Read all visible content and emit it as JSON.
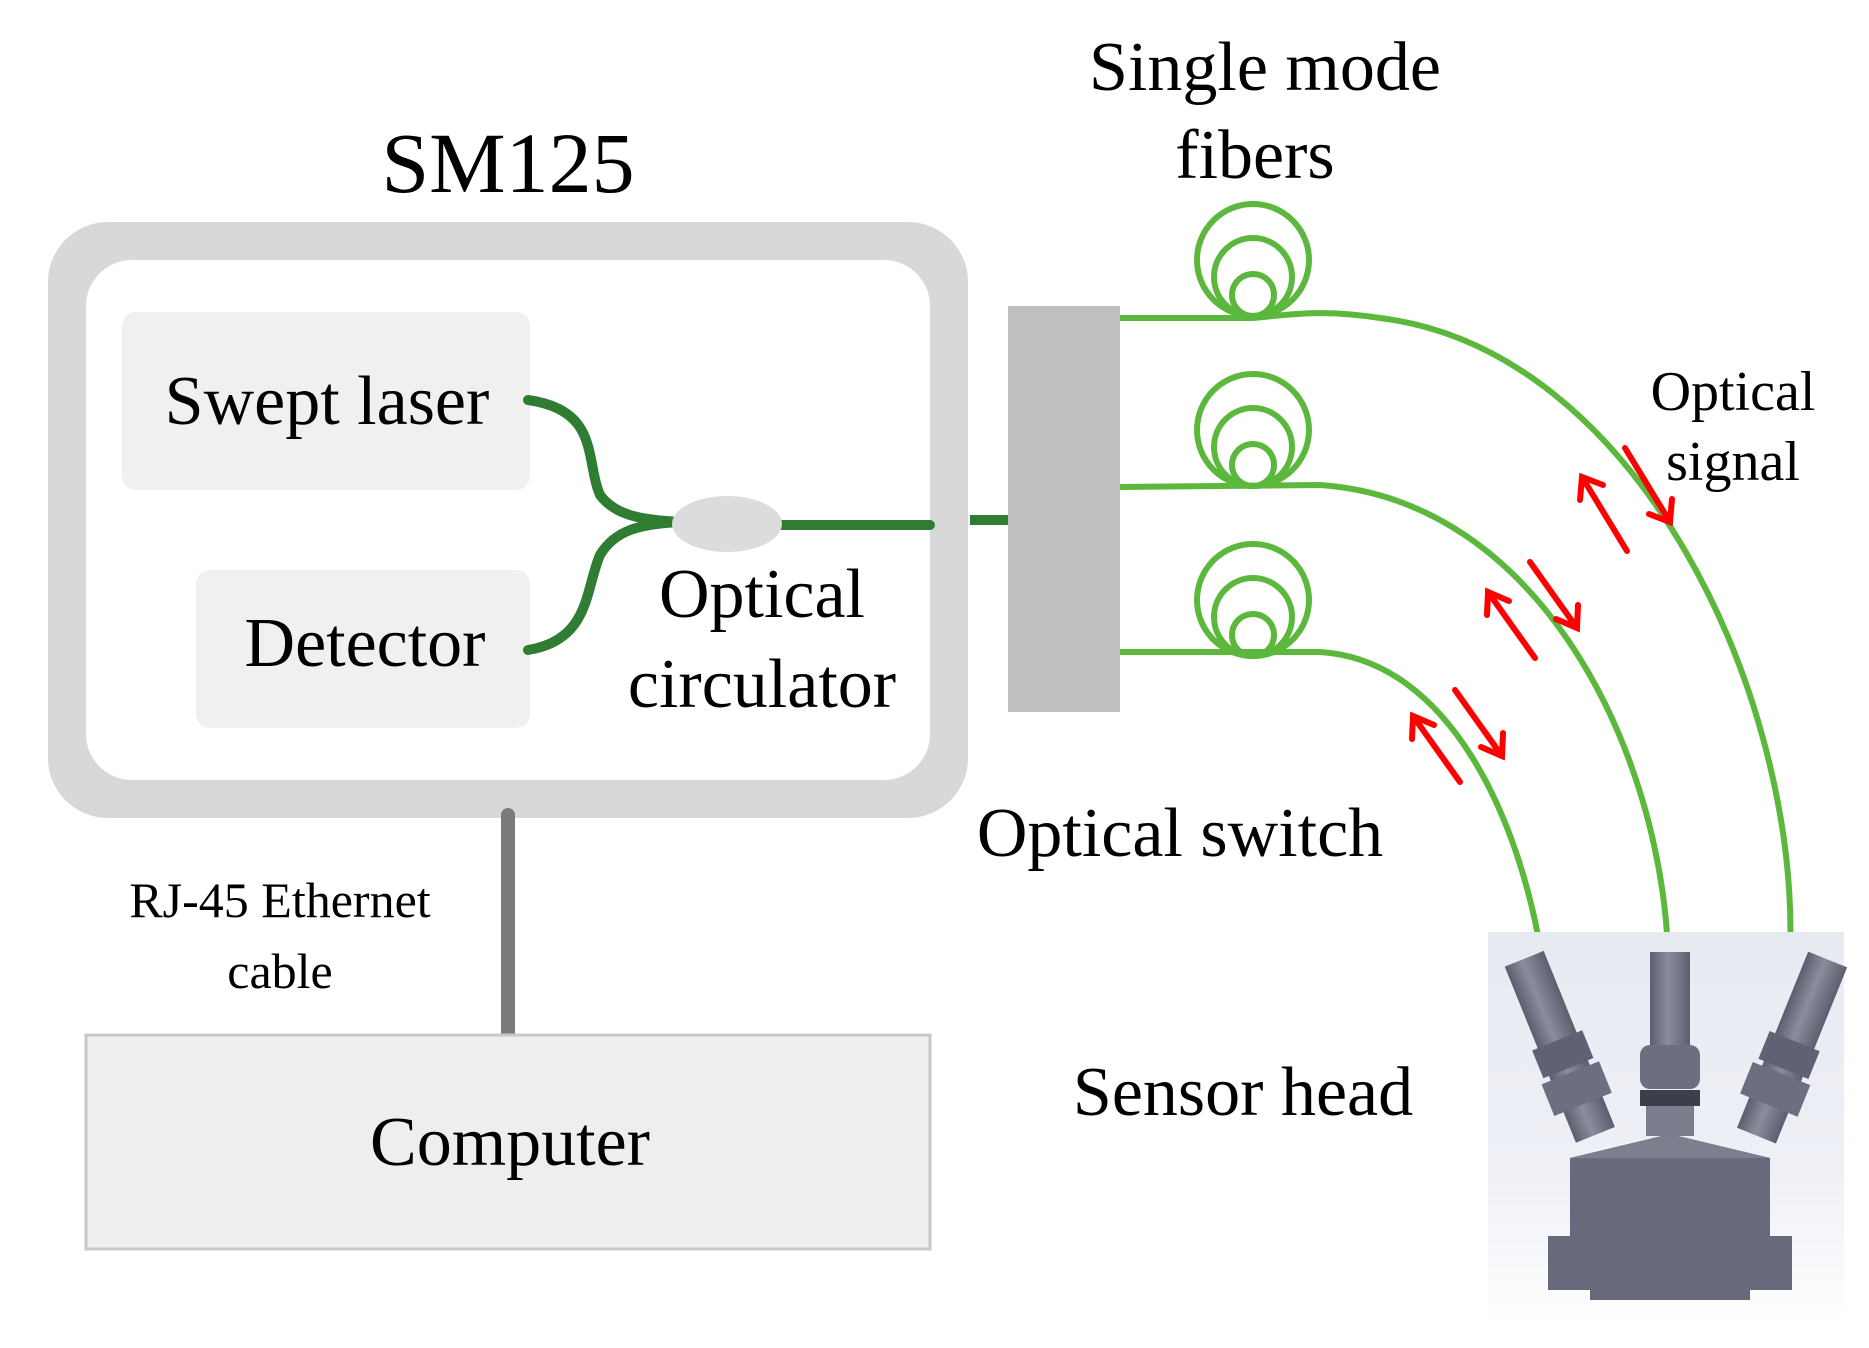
{
  "labels": {
    "device_title": "SM125",
    "swept_laser": "Swept laser",
    "detector": "Detector",
    "circulator_line1": "Optical",
    "circulator_line2": "circulator",
    "single_mode_line1": "Single mode",
    "single_mode_line2": "fibers",
    "optical_signal_line1": "Optical",
    "optical_signal_line2": "signal",
    "optical_switch": "Optical switch",
    "ethernet_line1": "RJ-45 Ethernet",
    "ethernet_line2": "cable",
    "computer": "Computer",
    "sensor_head": "Sensor head"
  },
  "colors": {
    "fiber_internal": "#2e7d32",
    "fiber_external": "#5cb83c",
    "signal_arrow": "#ff0000",
    "housing": "#d8d8d8",
    "module_fill": "#f0f0f0",
    "switch": "#c0c0c0",
    "cable": "#7a7a7a",
    "sensor_metal": "#6b6f7f"
  }
}
